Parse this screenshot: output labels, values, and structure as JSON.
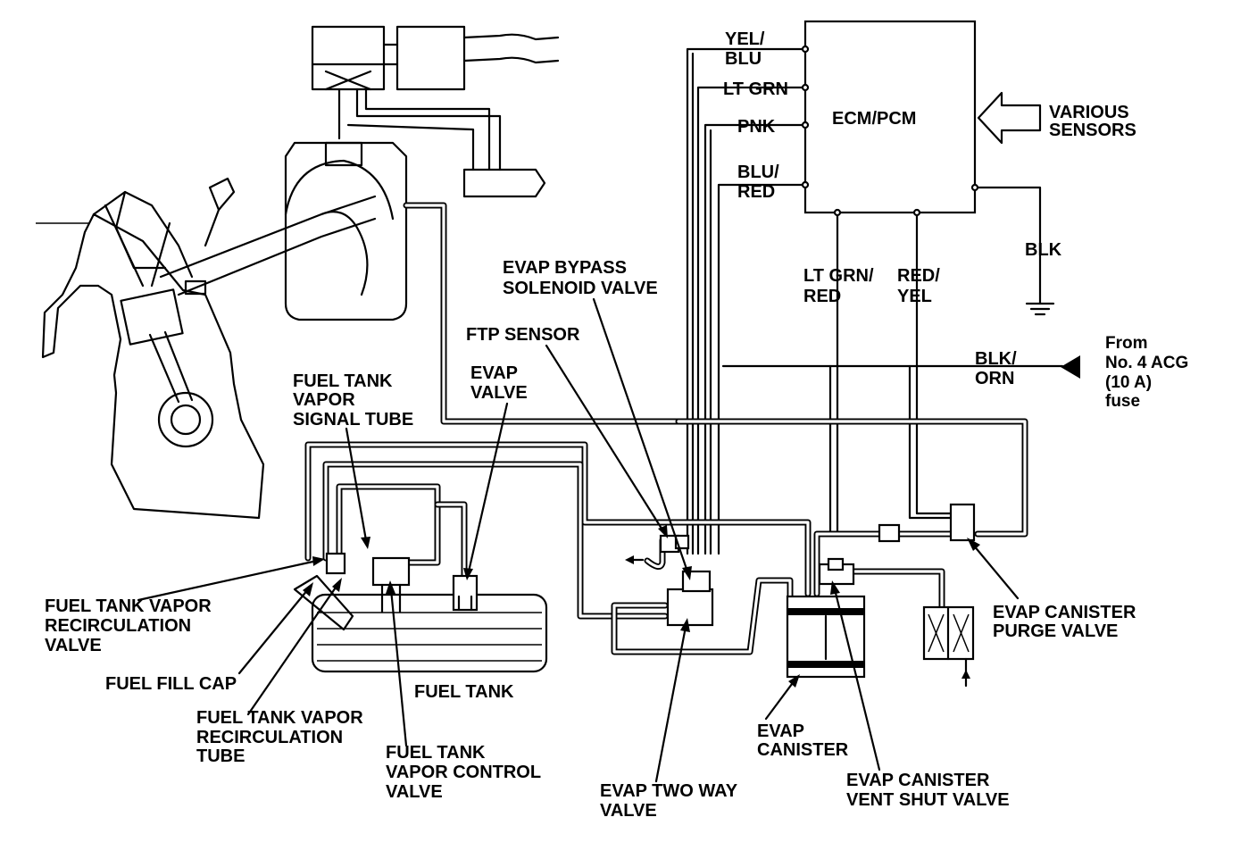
{
  "ecm": {
    "label": "ECM/PCM"
  },
  "sensors": {
    "line1": "VARIOUS",
    "line2": "SENSORS"
  },
  "wires": {
    "yel_blu": [
      "YEL/",
      "BLU"
    ],
    "lt_grn": "LT GRN",
    "pnk": "PNK",
    "blu_red": [
      "BLU/",
      "RED"
    ],
    "lt_grn_red": [
      "LT GRN/",
      "RED"
    ],
    "red_yel": [
      "RED/",
      "YEL"
    ],
    "blk": "BLK",
    "blk_orn": [
      "BLK/",
      "ORN"
    ]
  },
  "fuse": {
    "lines": [
      "From",
      "No. 4 ACG",
      "(10 A)",
      "fuse"
    ]
  },
  "components": {
    "evap_bypass": [
      "EVAP BYPASS",
      "SOLENOID VALVE"
    ],
    "ftp_sensor": "FTP SENSOR",
    "evap_valve": [
      "EVAP",
      "VALVE"
    ],
    "signal_tube": [
      "FUEL TANK",
      "VAPOR",
      "SIGNAL TUBE"
    ],
    "recirc_valve": [
      "FUEL TANK VAPOR",
      "RECIRCULATION",
      "VALVE"
    ],
    "fill_cap": "FUEL FILL CAP",
    "recirc_tube": [
      "FUEL TANK VAPOR",
      "RECIRCULATION",
      "TUBE"
    ],
    "fuel_tank": "FUEL TANK",
    "control_valve": [
      "FUEL TANK",
      "VAPOR CONTROL",
      "VALVE"
    ],
    "two_way": [
      "EVAP TWO WAY",
      "VALVE"
    ],
    "canister": [
      "EVAP",
      "CANISTER"
    ],
    "vent_shut": [
      "EVAP CANISTER",
      "VENT SHUT VALVE"
    ],
    "purge_valve": [
      "EVAP CANISTER",
      "PURGE VALVE"
    ]
  }
}
